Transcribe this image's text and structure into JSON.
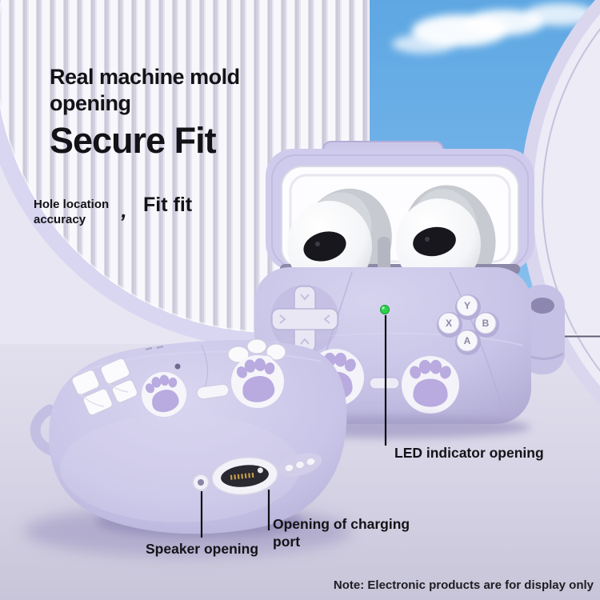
{
  "headings": {
    "subtitle": "Real machine mold opening",
    "title": "Secure Fit",
    "tag_left": "Hole location accuracy",
    "tag_separator": ",",
    "tag_right": "Fit fit"
  },
  "annotations": {
    "led": "LED indicator opening",
    "charging_port": "Opening of charging port",
    "speaker": "Speaker opening",
    "note": "Note: Electronic products are for display only"
  },
  "controller": {
    "face_buttons": {
      "top": "Y",
      "left": "X",
      "right": "B",
      "bottom": "A"
    },
    "led_color": "#2fd04c"
  },
  "colors": {
    "case_body": "#c8c4e7",
    "paw_pad": "#b9abdf",
    "sky_top": "#5ea7e3",
    "sky_bottom": "#8fc6f0",
    "backdrop": "#e8e6f2",
    "ring": "#d9d6f1",
    "stripe": "#f8f7fb",
    "stripe_gap": "#d3d1e0",
    "text": "#131317"
  }
}
